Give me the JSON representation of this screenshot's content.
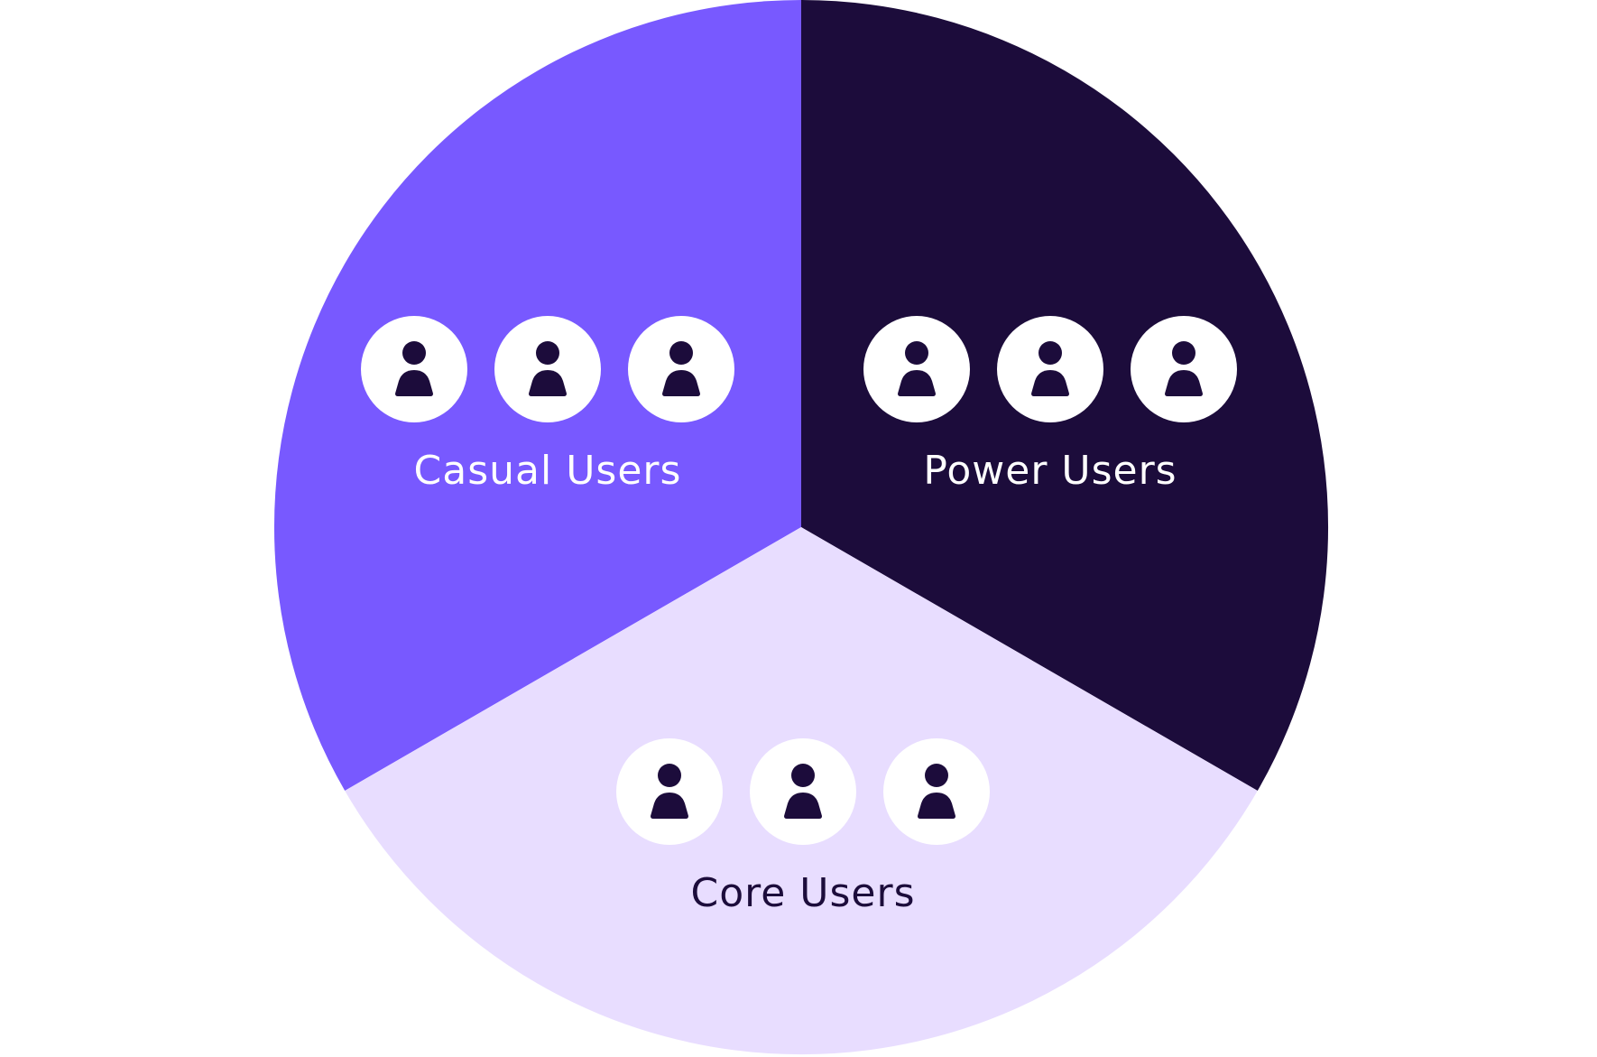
{
  "diagram": {
    "segments": [
      {
        "id": "casual",
        "label": "Casual Users",
        "fill": "#7859ff",
        "label_color": "#ffffff",
        "icon_fill": "#ffffff",
        "figure_color": "#1c0c3b",
        "icon_count": 3
      },
      {
        "id": "power",
        "label": "Power Users",
        "fill": "#1c0c3b",
        "label_color": "#ffffff",
        "icon_fill": "#ffffff",
        "figure_color": "#1c0c3b",
        "icon_count": 3
      },
      {
        "id": "core",
        "label": "Core Users",
        "fill": "#e8ddff",
        "label_color": "#1c0c3b",
        "icon_fill": "#ffffff",
        "figure_color": "#1c0c3b",
        "icon_count": 3
      }
    ],
    "icon": "user-icon"
  }
}
